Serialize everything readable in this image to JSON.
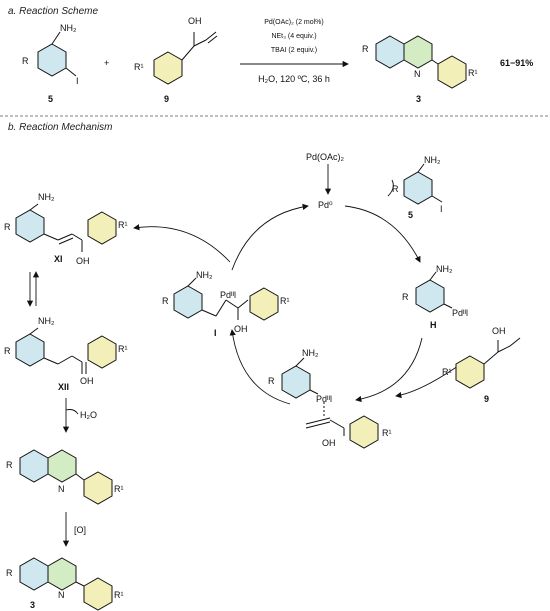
{
  "section_a": {
    "title": "a. Reaction Scheme"
  },
  "section_b": {
    "title": "b. Reaction Mechanism"
  },
  "conditions": {
    "line1": "Pd(OAc)₂ (2 mol%)",
    "line2": "NEt₃ (4 equiv.)",
    "line3": "TBAI (2 equiv.)",
    "line4": "H₂O, 120 ºC, 36 h"
  },
  "yield": "61−91%",
  "labels": {
    "c5": "5",
    "c9": "9",
    "c3": "3",
    "XI": "XI",
    "XII": "XII",
    "I": "I",
    "H": "H",
    "plus": "+",
    "NH2": "NH₂",
    "OH": "OH",
    "I_atom": "I",
    "R": "R",
    "R1": "R¹",
    "N": "N",
    "PdII_I": "Pdᴵᴵl",
    "Pd0": "Pd⁰",
    "PdOAc2": "Pd(OAc)₂",
    "H2O": "H₂O",
    "oxidation": "[O]"
  },
  "colors": {
    "blue_ring": "#cfe7ef",
    "yellow_ring": "#f2f0b8",
    "green_ring": "#d4ecc4"
  }
}
